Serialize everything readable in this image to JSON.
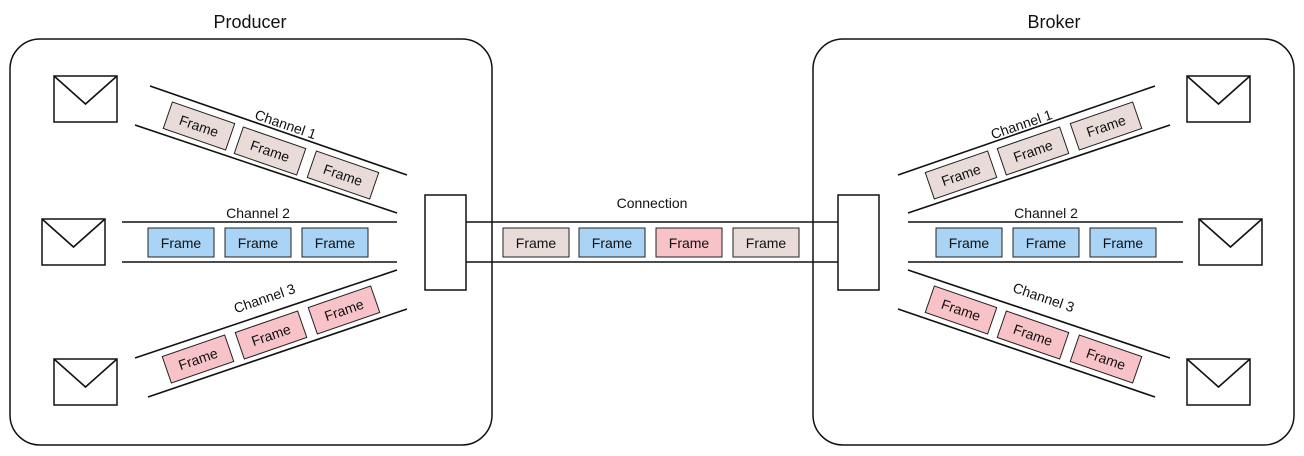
{
  "producer": {
    "title": "Producer",
    "channels": [
      {
        "label": "Channel 1",
        "frames": [
          "Frame",
          "Frame",
          "Frame"
        ]
      },
      {
        "label": "Channel 2",
        "frames": [
          "Frame",
          "Frame",
          "Frame"
        ]
      },
      {
        "label": "Channel 3",
        "frames": [
          "Frame",
          "Frame",
          "Frame"
        ]
      }
    ]
  },
  "broker": {
    "title": "Broker",
    "channels": [
      {
        "label": "Channel 1",
        "frames": [
          "Frame",
          "Frame",
          "Frame"
        ]
      },
      {
        "label": "Channel 2",
        "frames": [
          "Frame",
          "Frame",
          "Frame"
        ]
      },
      {
        "label": "Channel 3",
        "frames": [
          "Frame",
          "Frame",
          "Frame"
        ]
      }
    ]
  },
  "connection": {
    "label": "Connection",
    "frames": [
      "Frame",
      "Frame",
      "Frame",
      "Frame"
    ]
  },
  "colors": {
    "channel1": "#e9dcd8",
    "channel2": "#a9d4f6",
    "channel3": "#f8c3c8"
  },
  "icons": {
    "message": "envelope-icon"
  }
}
